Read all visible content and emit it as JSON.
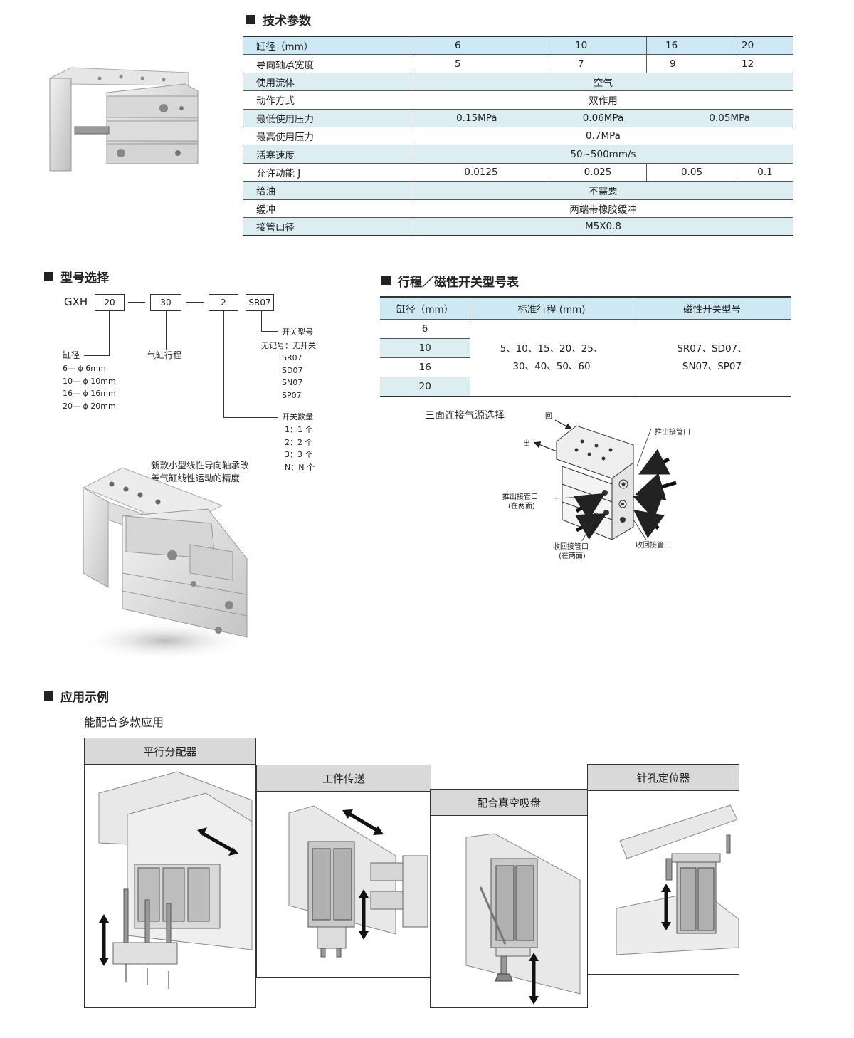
{
  "sections": {
    "spec": "技术参数",
    "model": "型号选择",
    "stroke": "行程／磁性开关型号表",
    "application": "应用示例"
  },
  "spec_table": {
    "header": {
      "label": "缸径（mm）",
      "values": [
        "6",
        "10",
        "16",
        "20"
      ]
    },
    "bearing_width": {
      "label": "导向轴承宽度",
      "values": [
        "5",
        "7",
        "9",
        "12"
      ]
    },
    "fluid": {
      "label": "使用流体",
      "value": "空气"
    },
    "action": {
      "label": "动作方式",
      "value": "双作用"
    },
    "min_pressure": {
      "label": "最低使用压力",
      "values": [
        "0.15MPa",
        "0.06MPa",
        "0.05MPa"
      ]
    },
    "max_pressure": {
      "label": "最高使用压力",
      "value": "0.7MPa"
    },
    "piston_speed": {
      "label": "活塞速度",
      "value": "50~500mm/s"
    },
    "kinetic_energy": {
      "label": "允许动能 J",
      "values": [
        "0.0125",
        "0.025",
        "0.05",
        "0.1"
      ]
    },
    "lubrication": {
      "label": "给油",
      "value": "不需要"
    },
    "cushion": {
      "label": "缓冲",
      "value": "两端带橡胶缓冲"
    },
    "port": {
      "label": "接管口径",
      "value": "M5X0.8"
    }
  },
  "model_code": {
    "prefix": "GXH",
    "bore_box": "20",
    "stroke_box": "30",
    "qty_box": "2",
    "switch_box": "SR07",
    "bore_label": "缸径",
    "bore_options": [
      "6— ϕ 6mm",
      "10— ϕ 10mm",
      "16— ϕ 16mm",
      "20— ϕ 20mm"
    ],
    "stroke_label": "气缸行程",
    "switch_label": "开关型号",
    "switch_none": "无记号：无开关",
    "switch_options": [
      "SR07",
      "SD07",
      "SN07",
      "SP07"
    ],
    "qty_label": "开关数量",
    "qty_options": [
      "1：1 个",
      "2：2 个",
      "3：3 个",
      "N：N 个"
    ],
    "note_line1": "新款小型线性导向轴承改",
    "note_line2": "善气缸线性运动的精度"
  },
  "stroke_table": {
    "headers": [
      "缸径（mm）",
      "标准行程 (mm)",
      "磁性开关型号"
    ],
    "bores": [
      "6",
      "10",
      "16",
      "20"
    ],
    "strokes_line1": "5、10、15、20、25、",
    "strokes_line2": "30、40、50、60",
    "switches_line1": "SR07、SD07、",
    "switches_line2": "SN07、SP07"
  },
  "air_supply": {
    "title": "三面连接气源选择",
    "return": "回",
    "out": "出",
    "push_port": "推出接管口",
    "push_port_both": "推出接管口",
    "both_sides": "(在两面)",
    "return_port_both": "收回接管口",
    "both_sides2": "(在两面)",
    "return_port": "收回接管口"
  },
  "application": {
    "subtitle": "能配合多款应用",
    "panels": [
      "平行分配器",
      "工件传送",
      "配合真空吸盘",
      "针孔定位器"
    ]
  }
}
